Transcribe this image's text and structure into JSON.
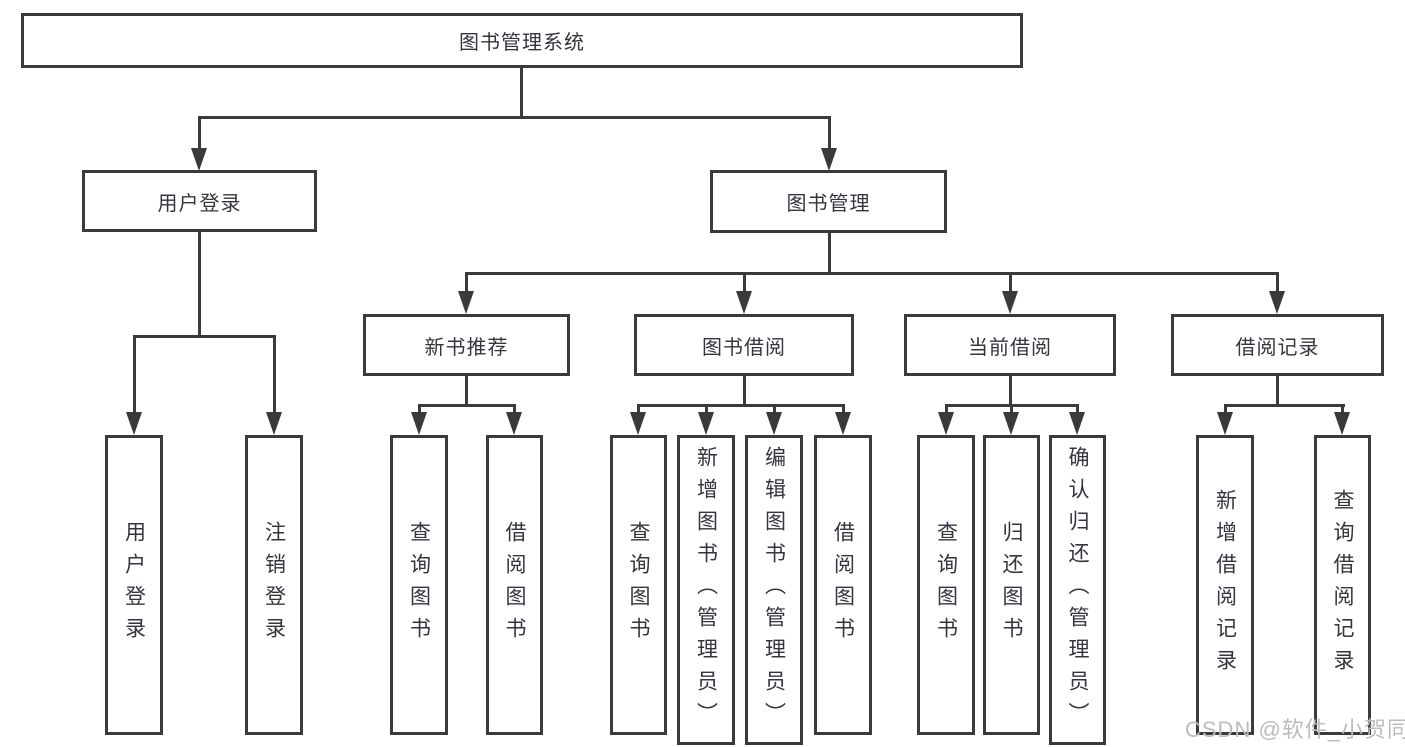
{
  "tree": {
    "label": "图书管理系统",
    "children": [
      {
        "label": "用户登录",
        "children": [
          {
            "label": "用户登录"
          },
          {
            "label": "注销登录"
          }
        ]
      },
      {
        "label": "图书管理",
        "children": [
          {
            "label": "新书推荐",
            "children": [
              {
                "label": "查询图书"
              },
              {
                "label": "借阅图书"
              }
            ]
          },
          {
            "label": "图书借阅",
            "children": [
              {
                "label": "查询图书"
              },
              {
                "label": "新增图书（管理员）"
              },
              {
                "label": "编辑图书（管理员）"
              },
              {
                "label": "借阅图书"
              }
            ]
          },
          {
            "label": "当前借阅",
            "children": [
              {
                "label": "查询图书"
              },
              {
                "label": "归还图书"
              },
              {
                "label": "确认归还（管理员）"
              }
            ]
          },
          {
            "label": "借阅记录",
            "children": [
              {
                "label": "新增借阅记录"
              },
              {
                "label": "查询借阅记录"
              }
            ]
          }
        ]
      }
    ]
  },
  "watermark": {
    "text": "CSDN @软件_小贺同学"
  },
  "colors": {
    "line": "#3a3a3a",
    "box_border": "#3a3a3a",
    "text": "#33363e",
    "watermark": "#b9bdc2",
    "background": "#ffffff"
  }
}
